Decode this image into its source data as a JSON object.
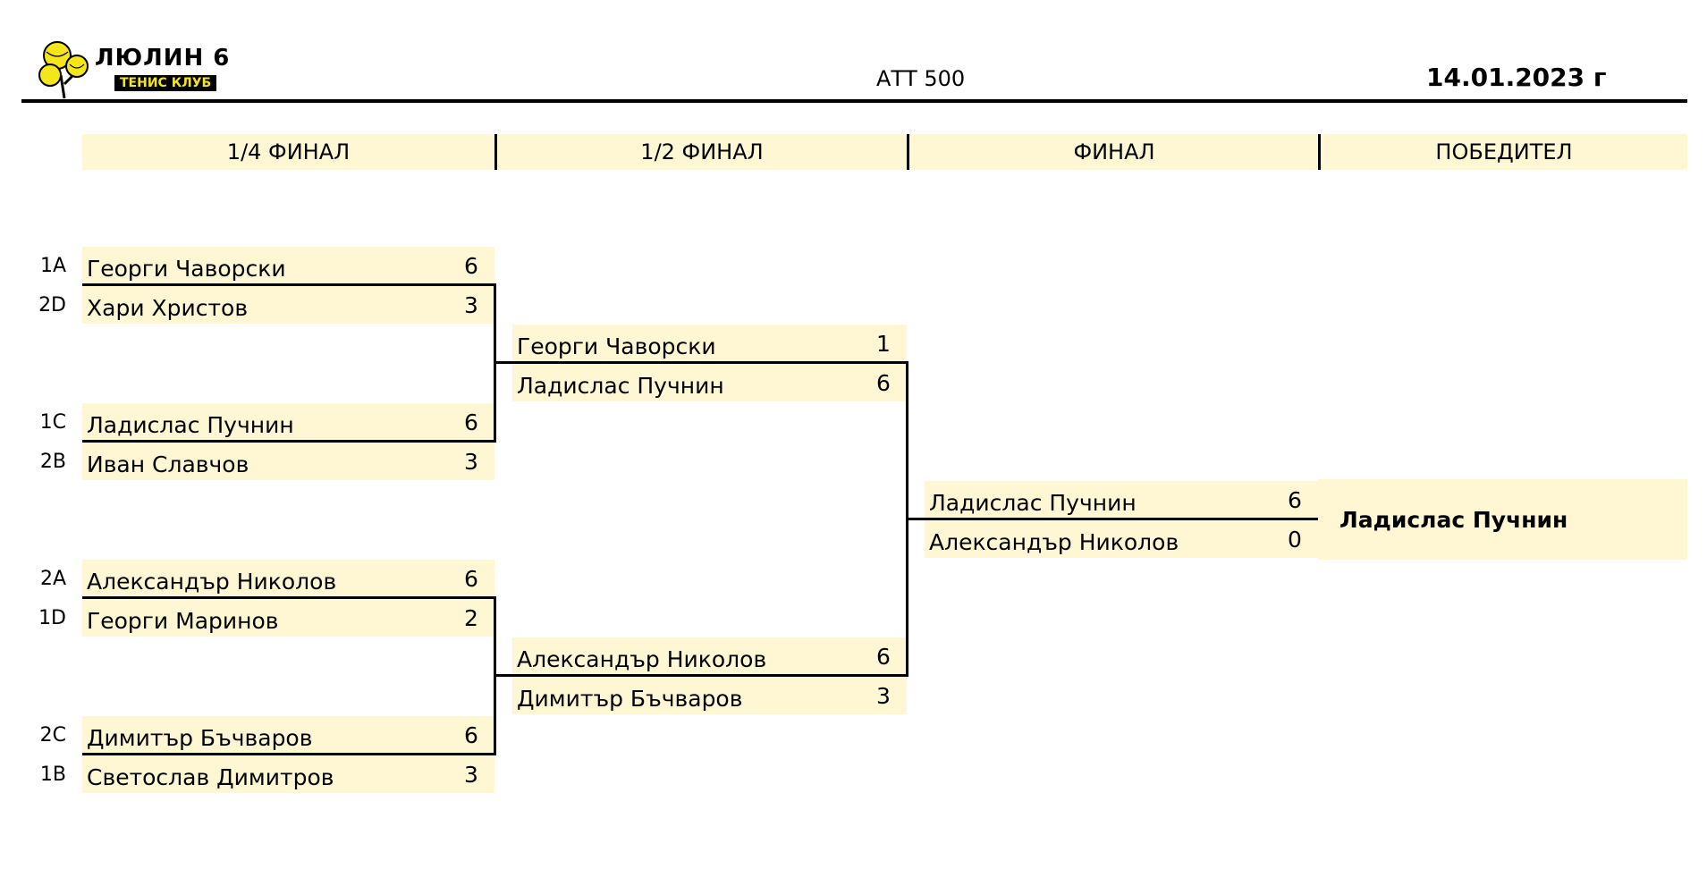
{
  "header": {
    "logo_name": "ЛЮЛИН 6",
    "logo_sub": "ТЕНИС КЛУБ",
    "title": "АТТ 500",
    "date": "14.01.2023 г"
  },
  "rounds": [
    "1/4 ФИНАЛ",
    "1/2 ФИНАЛ",
    "ФИНАЛ",
    "ПОБЕДИТЕЛ"
  ],
  "quarterfinals": [
    {
      "seed": "1A",
      "name": "Георги Чаворски",
      "score": "6"
    },
    {
      "seed": "2D",
      "name": "Хари Христов",
      "score": "3"
    },
    {
      "seed": "1C",
      "name": "Ладислас Пучнин",
      "score": "6"
    },
    {
      "seed": "2B",
      "name": "Иван Славчов",
      "score": "3"
    },
    {
      "seed": "2A",
      "name": "Александър Николов",
      "score": "6"
    },
    {
      "seed": "1D",
      "name": "Георги Маринов",
      "score": "2"
    },
    {
      "seed": "2C",
      "name": "Димитър Бъчваров",
      "score": "6"
    },
    {
      "seed": "1B",
      "name": "Светослав Димитров",
      "score": "3"
    }
  ],
  "semifinals": [
    {
      "name": "Георги Чаворски",
      "score": "1"
    },
    {
      "name": "Ладислас Пучнин",
      "score": "6"
    },
    {
      "name": "Александър Николов",
      "score": "6"
    },
    {
      "name": "Димитър Бъчваров",
      "score": "3"
    }
  ],
  "final": [
    {
      "name": "Ладислас Пучнин",
      "score": "6"
    },
    {
      "name": "Александър Николов",
      "score": "0"
    }
  ],
  "winner": "Ладислас Пучнин",
  "colors": {
    "cell_bg": "#fff7d3",
    "logo_yellow": "#f5e51b"
  }
}
